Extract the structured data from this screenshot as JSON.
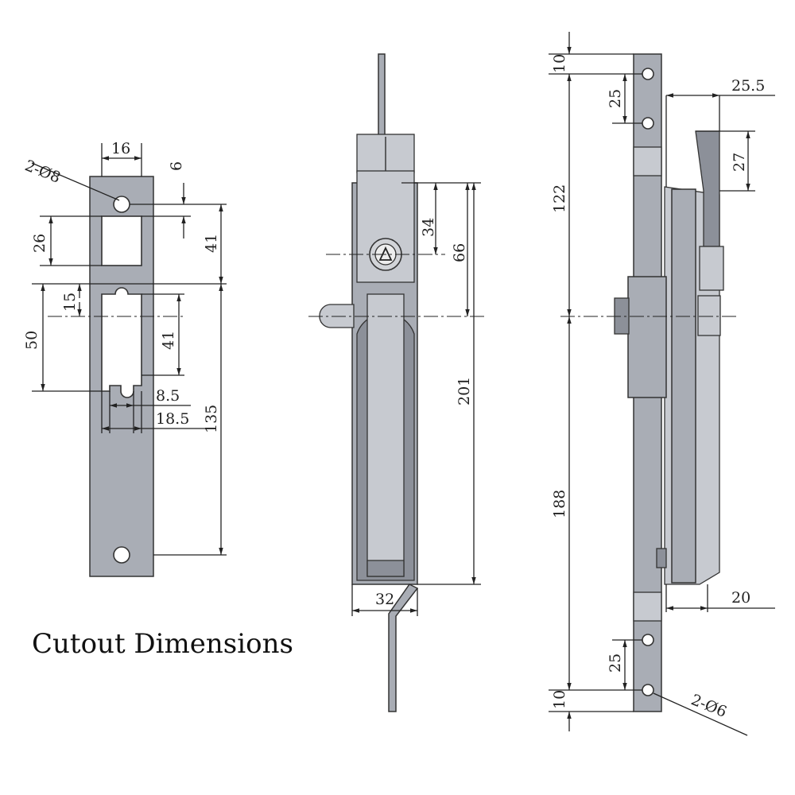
{
  "caption": "Cutout Dimensions",
  "cutout": {
    "hole_note": "2-Ø8",
    "dims": [
      "16",
      "6",
      "26",
      "41",
      "15",
      "50",
      "41",
      "8.5",
      "18.5",
      "135"
    ]
  },
  "front": {
    "dims": [
      "34",
      "66",
      "201",
      "32"
    ]
  },
  "side": {
    "dims": [
      "10",
      "25",
      "122",
      "25.5",
      "27",
      "188",
      "20",
      "25",
      "10"
    ],
    "hole_note": "2-Ø6"
  },
  "colors": {
    "metal": "#a9adb5",
    "line": "#222222",
    "background": "#ffffff"
  }
}
